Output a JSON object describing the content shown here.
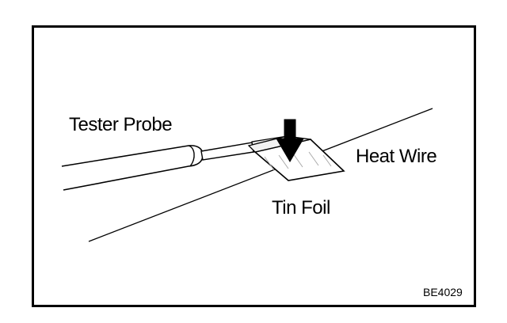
{
  "diagram": {
    "labels": {
      "tester_probe": "Tester Probe",
      "heat_wire": "Heat Wire",
      "tin_foil": "Tin Foil",
      "figure_code": "BE4029"
    }
  }
}
